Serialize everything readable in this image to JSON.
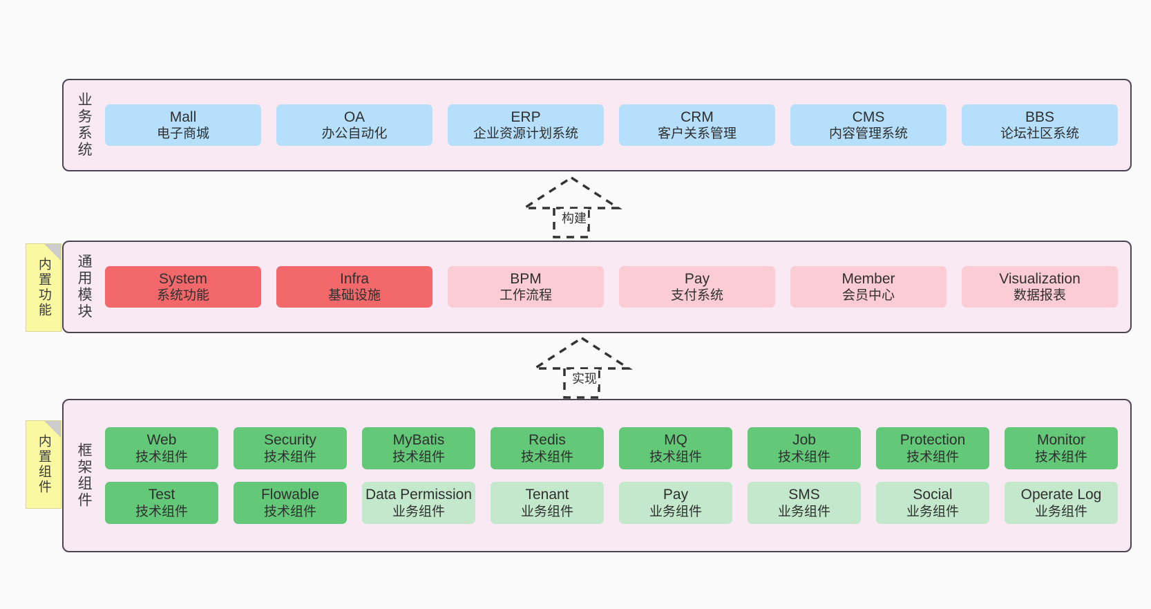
{
  "background": "#fafafa",
  "colors": {
    "layer_bg": "#f8e9f3",
    "layer_border": "#4a4452",
    "blue": "#b5dffb",
    "red": "#f2686b",
    "pink": "#fcccd5",
    "green": "#63c878",
    "light_green": "#c3e8cb",
    "note_yellow": "#fbf8a2",
    "note_fold": "#cccccc"
  },
  "layers": [
    {
      "id": "business-systems",
      "title": "业务系统",
      "rows": [
        {
          "cards": [
            {
              "name": "Mall",
              "desc": "电子商城",
              "style": "blue"
            },
            {
              "name": "OA",
              "desc": "办公自动化",
              "style": "blue"
            },
            {
              "name": "ERP",
              "desc": "企业资源计划系统",
              "style": "blue"
            },
            {
              "name": "CRM",
              "desc": "客户关系管理",
              "style": "blue"
            },
            {
              "name": "CMS",
              "desc": "内容管理系统",
              "style": "blue"
            },
            {
              "name": "BBS",
              "desc": "论坛社区系统",
              "style": "blue"
            }
          ]
        }
      ]
    },
    {
      "id": "common-modules",
      "title": "通用模块",
      "note": "内置功能",
      "rows": [
        {
          "cards": [
            {
              "name": "System",
              "desc": "系统功能",
              "style": "red"
            },
            {
              "name": "Infra",
              "desc": "基础设施",
              "style": "red"
            },
            {
              "name": "BPM",
              "desc": "工作流程",
              "style": "pink"
            },
            {
              "name": "Pay",
              "desc": "支付系统",
              "style": "pink"
            },
            {
              "name": "Member",
              "desc": "会员中心",
              "style": "pink"
            },
            {
              "name": "Visualization",
              "desc": "数据报表",
              "style": "pink"
            }
          ]
        }
      ]
    },
    {
      "id": "framework-components",
      "title": "框架组件",
      "note": "内置组件",
      "rows": [
        {
          "cards": [
            {
              "name": "Web",
              "desc": "技术组件",
              "style": "green"
            },
            {
              "name": "Security",
              "desc": "技术组件",
              "style": "green"
            },
            {
              "name": "MyBatis",
              "desc": "技术组件",
              "style": "green"
            },
            {
              "name": "Redis",
              "desc": "技术组件",
              "style": "green"
            },
            {
              "name": "MQ",
              "desc": "技术组件",
              "style": "green"
            },
            {
              "name": "Job",
              "desc": "技术组件",
              "style": "green"
            },
            {
              "name": "Protection",
              "desc": "技术组件",
              "style": "green"
            },
            {
              "name": "Monitor",
              "desc": "技术组件",
              "style": "green"
            }
          ]
        },
        {
          "cards": [
            {
              "name": "Test",
              "desc": "技术组件",
              "style": "green"
            },
            {
              "name": "Flowable",
              "desc": "技术组件",
              "style": "green"
            },
            {
              "name": "Data Permission",
              "desc": "业务组件",
              "style": "lightgreen"
            },
            {
              "name": "Tenant",
              "desc": "业务组件",
              "style": "lightgreen"
            },
            {
              "name": "Pay",
              "desc": "业务组件",
              "style": "lightgreen"
            },
            {
              "name": "SMS",
              "desc": "业务组件",
              "style": "lightgreen"
            },
            {
              "name": "Social",
              "desc": "业务组件",
              "style": "lightgreen"
            },
            {
              "name": "Operate Log",
              "desc": "业务组件",
              "style": "lightgreen"
            }
          ]
        }
      ]
    }
  ],
  "connectors": [
    {
      "id": "build",
      "label": "构建"
    },
    {
      "id": "implement",
      "label": "实现"
    }
  ]
}
